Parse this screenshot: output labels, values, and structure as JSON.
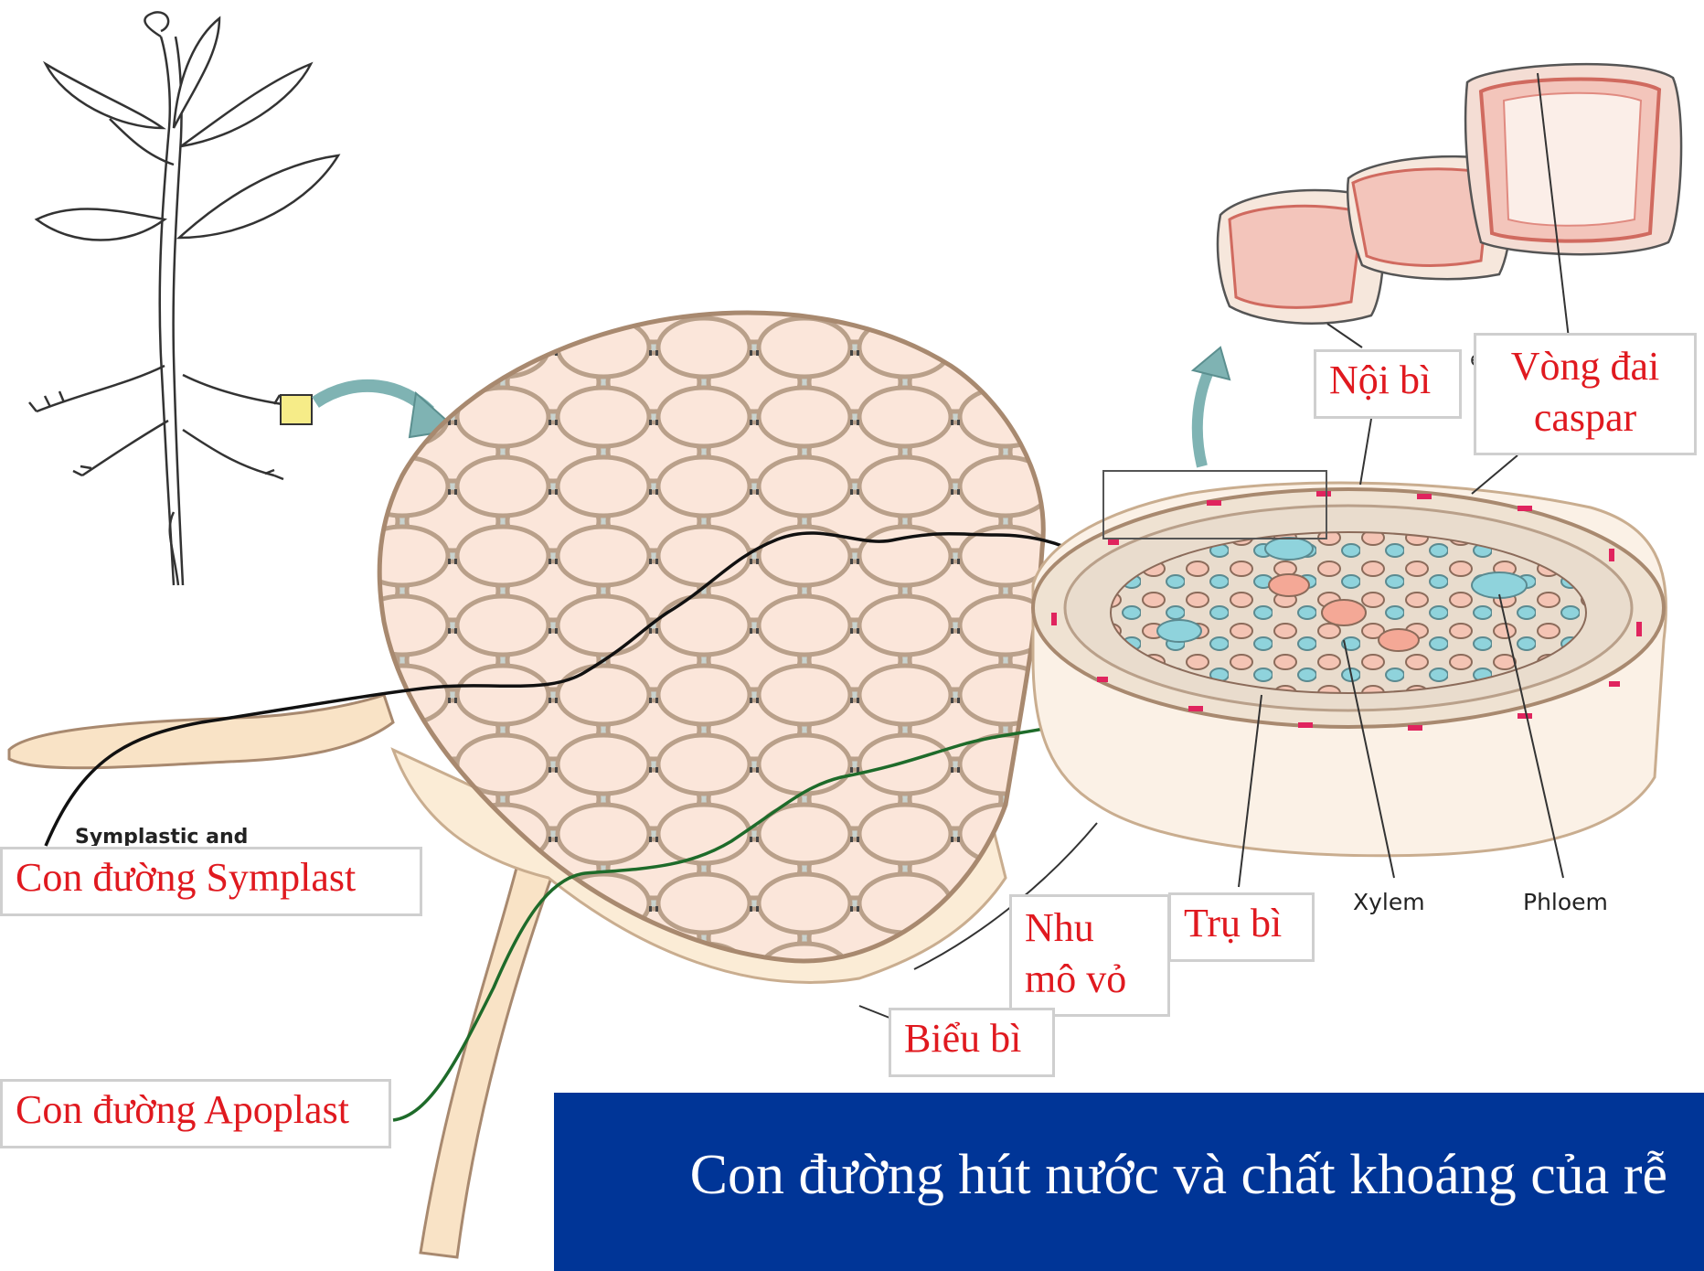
{
  "labels": {
    "symplast": "Con đường Symplast",
    "apoplast": "Con đường Apoplast",
    "noi_bi": "Nội bì",
    "vong_dai": "Vòng đai caspar",
    "vong_dai_line1": "Vòng đai",
    "vong_dai_line2": "caspar",
    "nhu_mo_vo_line1": "Nhu",
    "nhu_mo_vo_line2": "mô vỏ",
    "tru_bi": "Trụ bì",
    "bieu_bi": "Biểu bì"
  },
  "english_labels": {
    "xylem": "Xylem",
    "phloem": "Phloem",
    "partial": "Symplastic and"
  },
  "title": "Con đường hút nước và chất khoáng của rễ",
  "colors": {
    "label_text": "#e0191f",
    "banner_bg": "#003597",
    "cell_fill": "#fbe6da",
    "wall": "#cbb49e",
    "space": "#c9d3cf",
    "xylem": "#8fd3dc",
    "phloem": "#f4c4b4",
    "casparian": "#e0245e",
    "apoplast_path": "#1e6b2a",
    "symplast_path": "#111111",
    "arrow": "#7fb3b3"
  }
}
